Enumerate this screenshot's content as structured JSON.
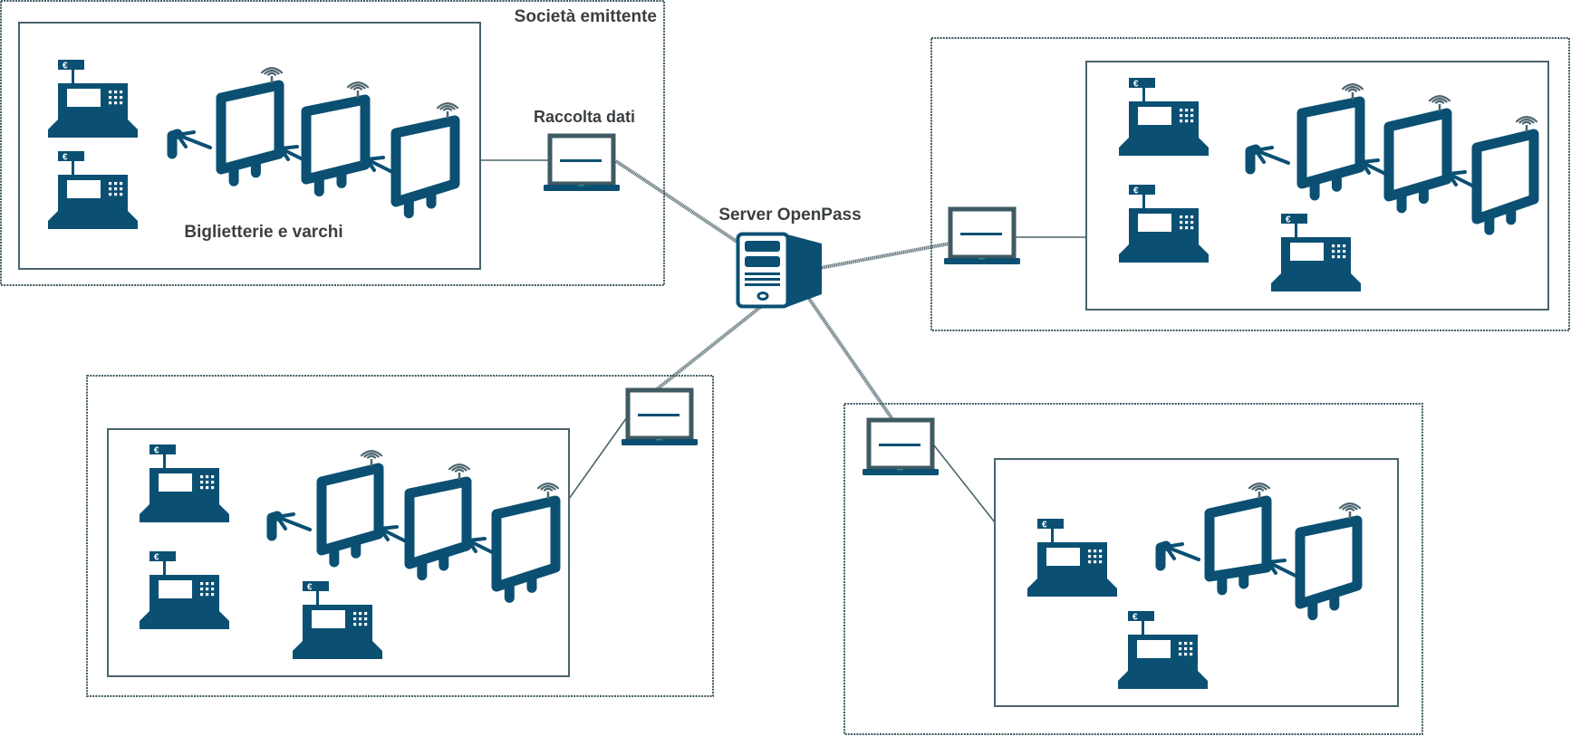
{
  "diagram": {
    "title": "OpenPass network architecture",
    "colors": {
      "device": "#0b5073",
      "border": "#3f5a62",
      "text": "#3b3f42",
      "background": "#ffffff"
    },
    "server": {
      "label": "Server OpenPass",
      "icon": "server-tower-icon"
    },
    "issuer_site": {
      "label": "Società emittente",
      "collector_label": "Raccolta dati",
      "venue_label": "Biglietterie e varchi"
    },
    "sites": [
      {
        "id": "top-left",
        "labeled": true,
        "devices": {
          "cash_registers": 2,
          "gates": 3,
          "turnstile_readers": 1
        },
        "collector_icon": "laptop-icon"
      },
      {
        "id": "top-right",
        "labeled": false,
        "devices": {
          "cash_registers": 3,
          "gates": 3,
          "turnstile_readers": 1
        },
        "collector_icon": "laptop-icon"
      },
      {
        "id": "bottom-left",
        "labeled": false,
        "devices": {
          "cash_registers": 3,
          "gates": 3,
          "turnstile_readers": 1
        },
        "collector_icon": "laptop-icon"
      },
      {
        "id": "bottom-right",
        "labeled": false,
        "devices": {
          "cash_registers": 2,
          "gates": 2,
          "turnstile_readers": 1
        },
        "collector_icon": "laptop-icon"
      }
    ],
    "icons": {
      "register_sign_glyph": "€",
      "cash_register": "cash-register-icon",
      "gate": "access-gate-icon",
      "wifi": "wifi-icon",
      "turnstile": "turnstile-reader-icon"
    }
  }
}
